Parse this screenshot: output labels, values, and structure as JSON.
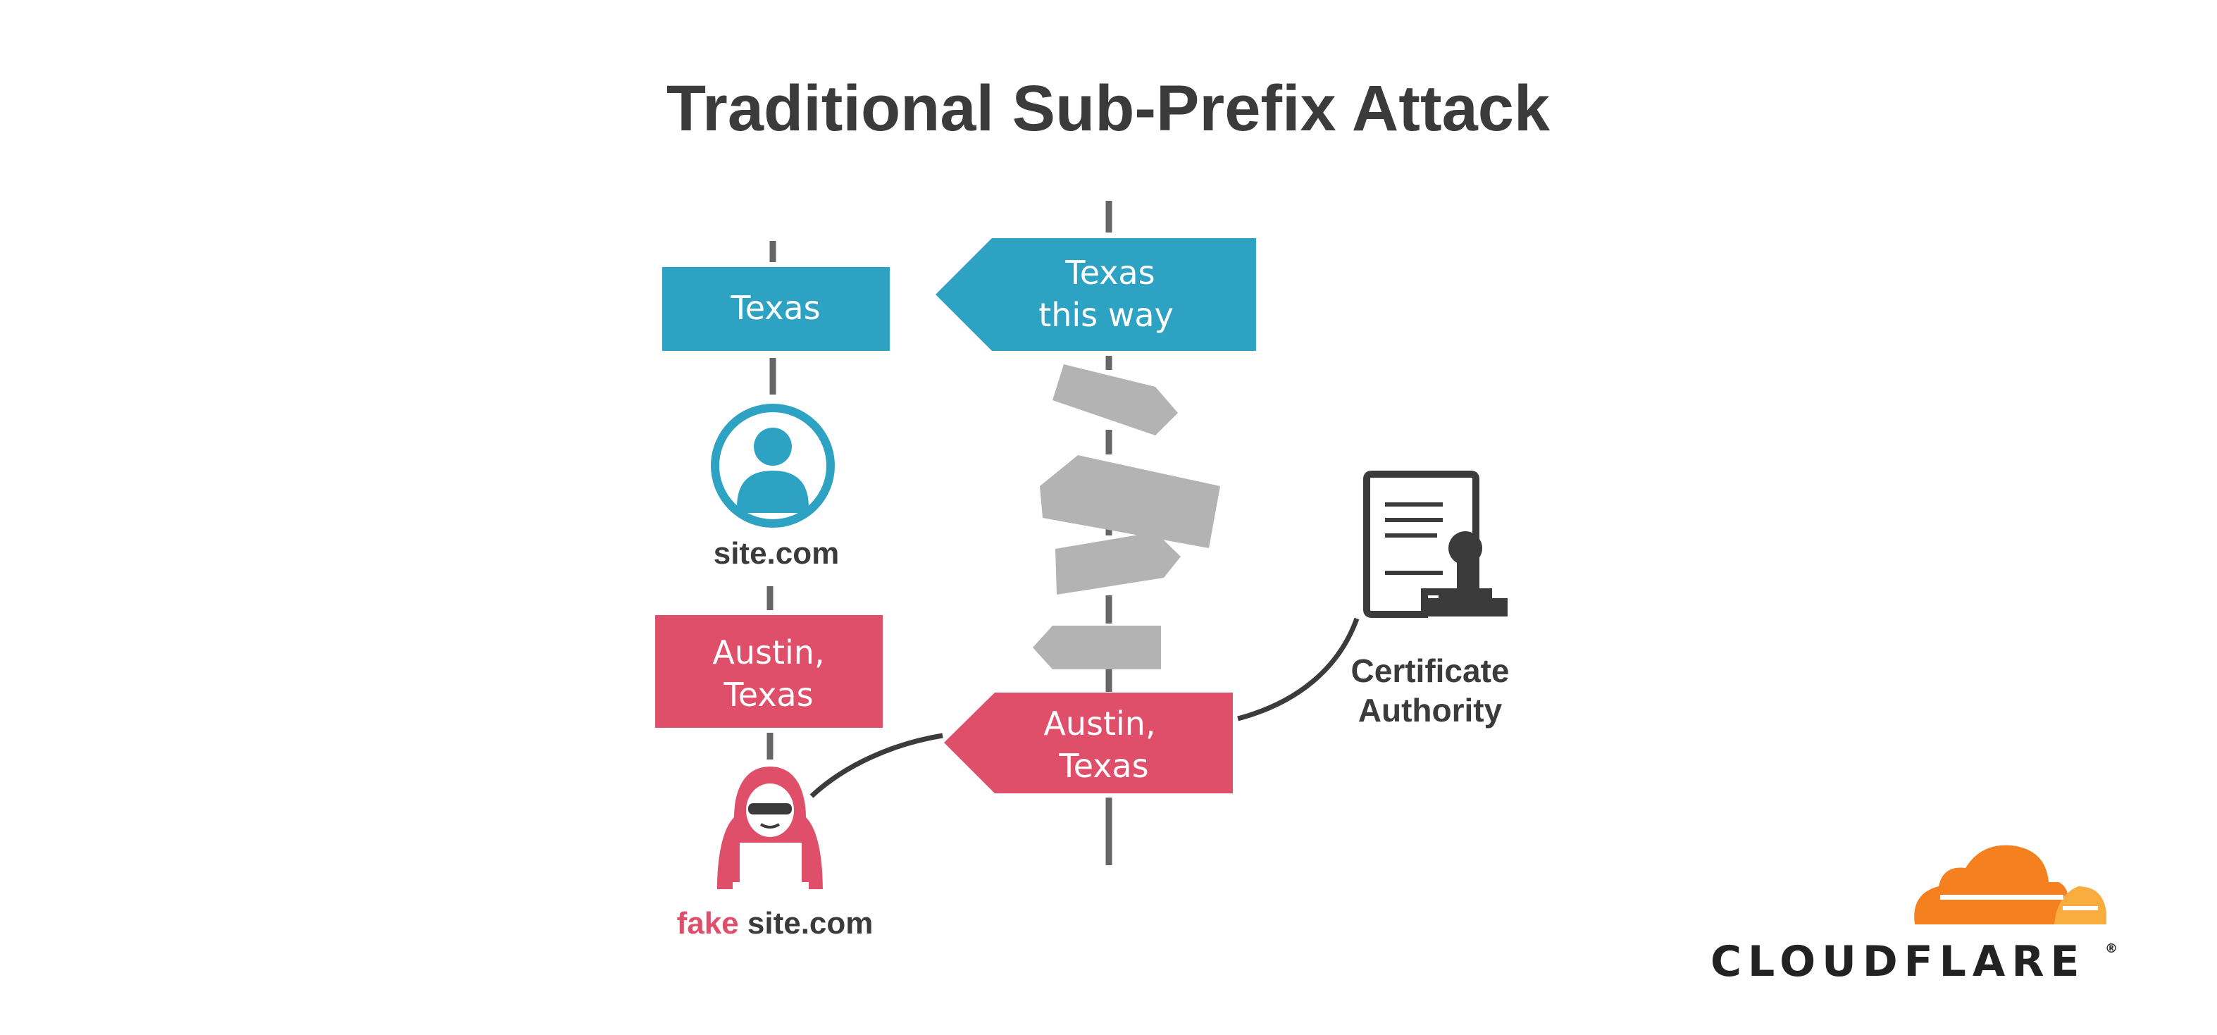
{
  "title": "Traditional Sub-Prefix Attack",
  "left_post": {
    "top_sign": "Texas",
    "user_label": "site.com",
    "bottom_sign_line1": "Austin,",
    "bottom_sign_line2": "Texas",
    "attacker_label_prefix": "fake",
    "attacker_label_rest": " site.com"
  },
  "right_post": {
    "top_sign_line1": "Texas",
    "top_sign_line2": "this way",
    "bottom_sign_line1": "Austin,",
    "bottom_sign_line2": "Texas"
  },
  "certificate_authority": {
    "line1": "Certificate",
    "line2": "Authority"
  },
  "brand": {
    "name": "CLOUDFLARE",
    "mark": "®"
  },
  "colors": {
    "blue": "#2ea2c3",
    "red": "#e04f6a",
    "gray_sign": "#b3b3b3",
    "post": "#666666",
    "text_dark": "#3b3b3b",
    "cloud_orange": "#f4801f",
    "cloud_yellow": "#faad3f"
  }
}
